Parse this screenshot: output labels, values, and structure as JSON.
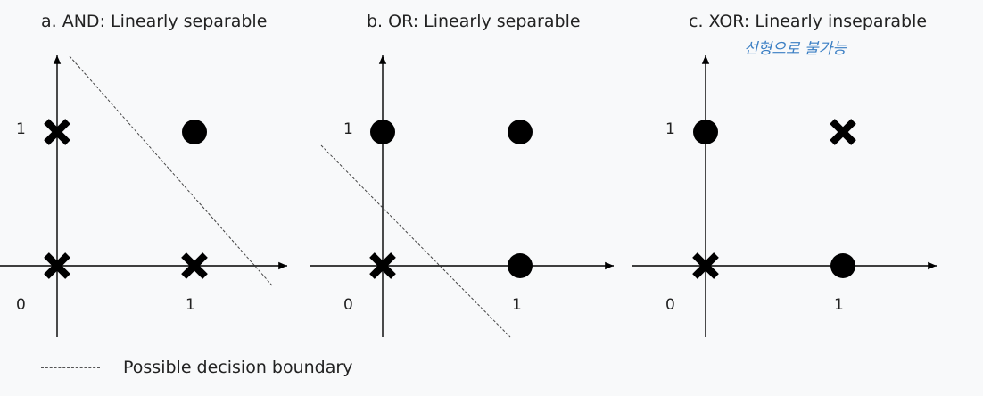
{
  "panels": [
    {
      "title": "a. AND: Linearly separable",
      "tick_x0": "0",
      "tick_x1": "1",
      "tick_y1": "1",
      "points": [
        {
          "x": 0,
          "y": 0,
          "marker": "cross"
        },
        {
          "x": 1,
          "y": 0,
          "marker": "cross"
        },
        {
          "x": 0,
          "y": 1,
          "marker": "cross"
        },
        {
          "x": 1,
          "y": 1,
          "marker": "circle"
        }
      ]
    },
    {
      "title": "b. OR: Linearly separable",
      "tick_x0": "0",
      "tick_x1": "1",
      "tick_y1": "1",
      "points": [
        {
          "x": 0,
          "y": 0,
          "marker": "cross"
        },
        {
          "x": 1,
          "y": 0,
          "marker": "circle"
        },
        {
          "x": 0,
          "y": 1,
          "marker": "circle"
        },
        {
          "x": 1,
          "y": 1,
          "marker": "circle"
        }
      ]
    },
    {
      "title": "c. XOR: Linearly inseparable",
      "tick_x0": "0",
      "tick_x1": "1",
      "tick_y1": "1",
      "points": [
        {
          "x": 0,
          "y": 0,
          "marker": "cross"
        },
        {
          "x": 1,
          "y": 0,
          "marker": "circle"
        },
        {
          "x": 0,
          "y": 1,
          "marker": "circle"
        },
        {
          "x": 1,
          "y": 1,
          "marker": "cross"
        }
      ]
    }
  ],
  "handwritten_note": "선형으로 불가능",
  "legend": {
    "label": "Possible decision boundary"
  },
  "colors": {
    "background": "#f8f9fa",
    "ink": "#000000",
    "note": "#3b7fc4"
  }
}
